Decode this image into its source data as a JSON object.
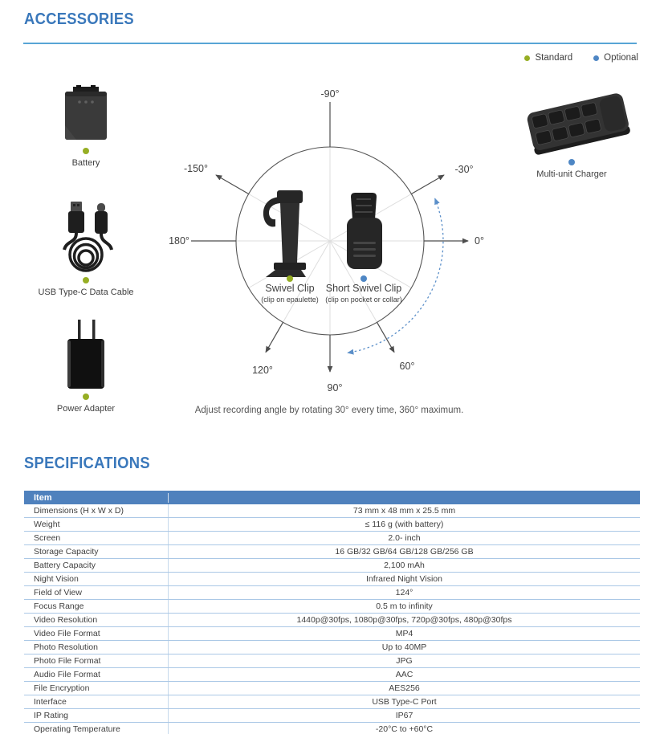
{
  "accessories": {
    "title": "ACCESSORIES",
    "legend": [
      {
        "label": "Standard",
        "color": "#96ae24"
      },
      {
        "label": "Optional",
        "color": "#4e86c4"
      }
    ],
    "items": [
      {
        "name": "Battery",
        "type": "standard"
      },
      {
        "name": "USB Type-C Data Cable",
        "type": "standard"
      },
      {
        "name": "Power Adapter",
        "type": "standard"
      },
      {
        "name": "Multi-unit Charger",
        "type": "optional"
      }
    ],
    "diagram": {
      "angles": [
        "-90°",
        "-150°",
        "-30°",
        "180°",
        "0°",
        "120°",
        "90°",
        "60°"
      ],
      "clips": [
        {
          "name": "Swivel Clip",
          "note": "(clip on epaulette)",
          "type": "standard"
        },
        {
          "name": "Short Swivel Clip",
          "note": "(clip on pocket or collar)",
          "type": "optional"
        }
      ],
      "caption": "Adjust recording angle by rotating 30° every time, 360° maximum."
    }
  },
  "specifications": {
    "title": "SPECIFICATIONS",
    "header": {
      "item": "Item",
      "value": ""
    },
    "rows": [
      {
        "item": "Dimensions (H x W x D)",
        "value": "73 mm x 48 mm x 25.5 mm"
      },
      {
        "item": "Weight",
        "value": "≤ 116 g (with battery)"
      },
      {
        "item": "Screen",
        "value": "2.0- inch"
      },
      {
        "item": "Storage Capacity",
        "value": "16 GB/32 GB/64 GB/128 GB/256 GB"
      },
      {
        "item": "Battery Capacity",
        "value": "2,100 mAh"
      },
      {
        "item": "Night Vision",
        "value": "Infrared Night Vision"
      },
      {
        "item": "Field of View",
        "value": "124°"
      },
      {
        "item": "Focus Range",
        "value": "0.5 m to infinity"
      },
      {
        "item": "Video Resolution",
        "value": "1440p@30fps, 1080p@30fps, 720p@30fps, 480p@30fps"
      },
      {
        "item": "Video File Format",
        "value": "MP4"
      },
      {
        "item": "Photo Resolution",
        "value": "Up to 40MP"
      },
      {
        "item": "Photo File Format",
        "value": "JPG"
      },
      {
        "item": "Audio File Format",
        "value": "AAC"
      },
      {
        "item": "File Encryption",
        "value": "AES256"
      },
      {
        "item": "Interface",
        "value": "USB Type-C Port"
      },
      {
        "item": "IP Rating",
        "value": "IP67"
      },
      {
        "item": "Operating Temperature",
        "value": "-20°C to +60°C"
      }
    ]
  },
  "colors": {
    "heading_blue": "#3a78bb",
    "rule_blue": "#58a5d6",
    "table_header_blue": "#4f81bd",
    "standard_green": "#96ae24",
    "optional_blue": "#4e86c4"
  }
}
